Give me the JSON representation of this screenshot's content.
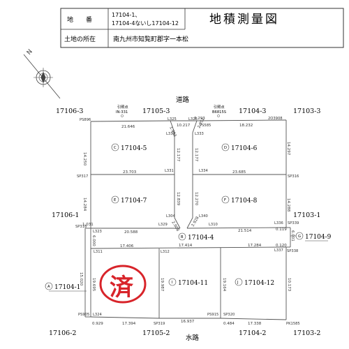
{
  "header": {
    "lot_label": "地　　番",
    "lot_value_1": "17104-1、",
    "lot_value_2": "17104-4ないし17104-12",
    "location_label": "土地の所在",
    "location_value": "南九州市知覧町郡字一本松",
    "title": "地積測量図"
  },
  "roads": {
    "top": "道路",
    "bottom": "水路"
  },
  "reference_points": [
    {
      "title": "引照点",
      "code": "IN-331"
    },
    {
      "title": "引照点",
      "code": "B6815S"
    }
  ],
  "neighbors": {
    "tl": "17106-3",
    "tc1": "17105-3",
    "tc2": "17104-3",
    "tr": "17103-3",
    "ml": "17106-1",
    "mr": "17103-1",
    "bl": "17106-2",
    "bc1": "17105-2",
    "bc2": "17104-2",
    "br": "17103-2"
  },
  "lots": {
    "c": {
      "mark": "C",
      "num": "17104-5"
    },
    "d": {
      "mark": "D",
      "num": "17104-6"
    },
    "e": {
      "mark": "E",
      "num": "17104-7"
    },
    "f": {
      "mark": "F",
      "num": "17104-8"
    },
    "b": {
      "mark": "B",
      "num": "17104-4"
    },
    "g": {
      "mark": "G",
      "num": "17104-9"
    },
    "a": {
      "mark": "A",
      "num": "17104-1"
    },
    "i": {
      "mark": "I",
      "num": "17104-11"
    },
    "j": {
      "mark": "J",
      "num": "17104-12"
    }
  },
  "stamp": {
    "char": "済"
  },
  "points": {
    "ps896": "PS896",
    "l325": "L325",
    "l326": "L326",
    "ps585": "PS585",
    "a3": "2O3908",
    "l332": "L332",
    "l333": "L333",
    "l331": "L331",
    "l334": "L334",
    "sp317": "SP317",
    "sp316": "SP316",
    "l304": "L304",
    "l329": "L329",
    "l340": "L340",
    "l310": "L310",
    "sp318": "SP318",
    "l323": "L323",
    "l336": "L336",
    "sp339": "SP339",
    "l311": "L311",
    "l312": "L312",
    "l337": "L337",
    "sp338": "SP338",
    "ps905": "PS905",
    "l324": "L324",
    "sp319": "SP319",
    "ps915": "PS915",
    "sp320": "SP320",
    "pk": "PK1585"
  },
  "dims": {
    "d1": "21.646",
    "d2": "10.217",
    "d3": "3.293",
    "d4": "18.232",
    "d5": "14.250",
    "d6": "1.993",
    "d7": "12.177",
    "d8": "2.952",
    "d9": "12.177",
    "d10": "14.297",
    "d11": "23.703",
    "d12": "23.685",
    "d13": "14.284",
    "d14": "12.839",
    "d15": "12.270",
    "d16": "14.288",
    "d17": "20.588",
    "d18": "2.908",
    "d19": "2.928",
    "d20": "21.514",
    "d21": "1.031",
    "d22": "0.119",
    "d23": "6.001",
    "d24": "6.000",
    "d25": "0.120",
    "d26": "17.406",
    "d27": "17.414",
    "d28": "17.284",
    "d29": "15.020",
    "d30": "19.695",
    "d31": "19.987",
    "d32": "19.164",
    "d33": "10.173",
    "d34": "0.929",
    "d35": "17.394",
    "d36": "16.937",
    "d37": "0.484",
    "d38": "17.338"
  }
}
